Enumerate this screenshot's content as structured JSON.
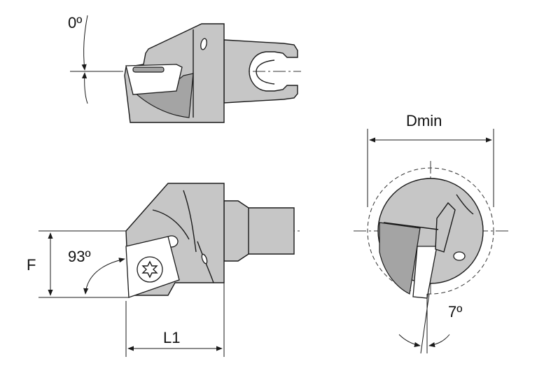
{
  "labels": {
    "angle_top": "0º",
    "angle_side": "93º",
    "dim_f": "F",
    "dim_l1": "L1",
    "dim_dmin": "Dmin",
    "angle_clearance": "7º"
  },
  "colors": {
    "body": "#c6c6c6",
    "shade": "#a4a4a4",
    "line": "#1a1a1a",
    "background": "#ffffff"
  }
}
